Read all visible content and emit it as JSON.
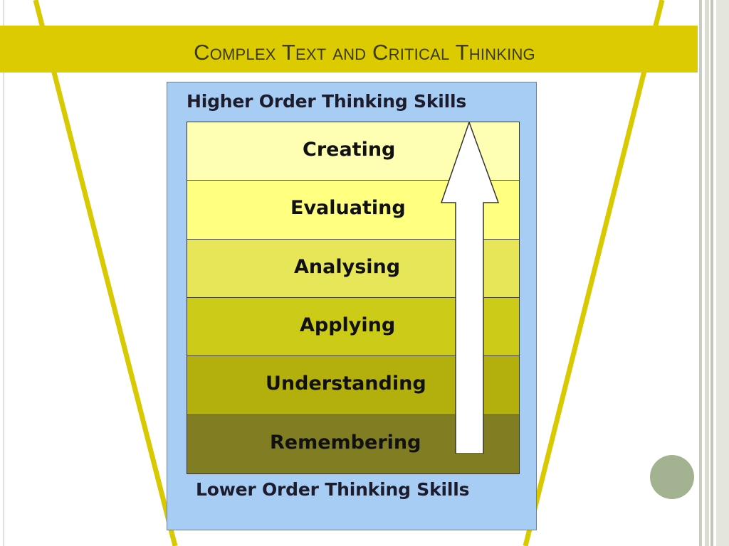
{
  "slide": {
    "title": "Complex Text and Critical Thinking"
  },
  "pyramid": {
    "top_caption": "Higher Order  Thinking Skills",
    "bottom_caption": "Lower Order Thinking Skills",
    "levels": [
      {
        "label": "Creating",
        "color": "#ffffb3"
      },
      {
        "label": "Evaluating",
        "color": "#ffff80"
      },
      {
        "label": "Analysing",
        "color": "#e6e658"
      },
      {
        "label": "Applying",
        "color": "#cccc18"
      },
      {
        "label": "Understanding",
        "color": "#b3b00e"
      },
      {
        "label": "Remembering",
        "color": "#807d23"
      }
    ]
  },
  "colors": {
    "accent": "#dccb00",
    "panel": "#a7cdf5",
    "circle": "#a3b391"
  }
}
